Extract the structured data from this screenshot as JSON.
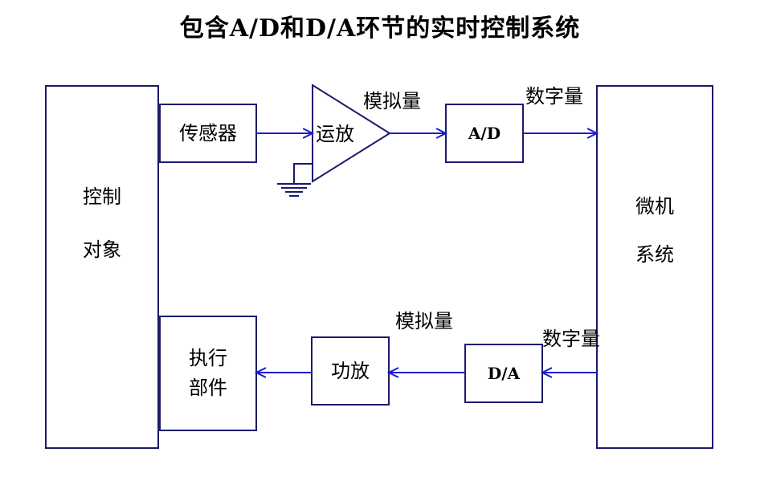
{
  "title": "包含A/D和D/A环节的实时控制系统",
  "blocks": {
    "plant_line1": "控制",
    "plant_line2": "对象",
    "sensor": "传感器",
    "amplifier": "运放",
    "adc": "A/D",
    "micro_line1": "微机",
    "micro_line2": "系统",
    "actuator_line1": "执行",
    "actuator_line2": "部件",
    "power_amp": "功放",
    "dac": "D/A"
  },
  "signals": {
    "analog_top": "模拟量",
    "digital_top": "数字量",
    "analog_bottom": "模拟量",
    "digital_bottom": "数字量"
  },
  "colors": {
    "stroke": "#1a1a6e",
    "arrow": "#1c1ccf"
  }
}
